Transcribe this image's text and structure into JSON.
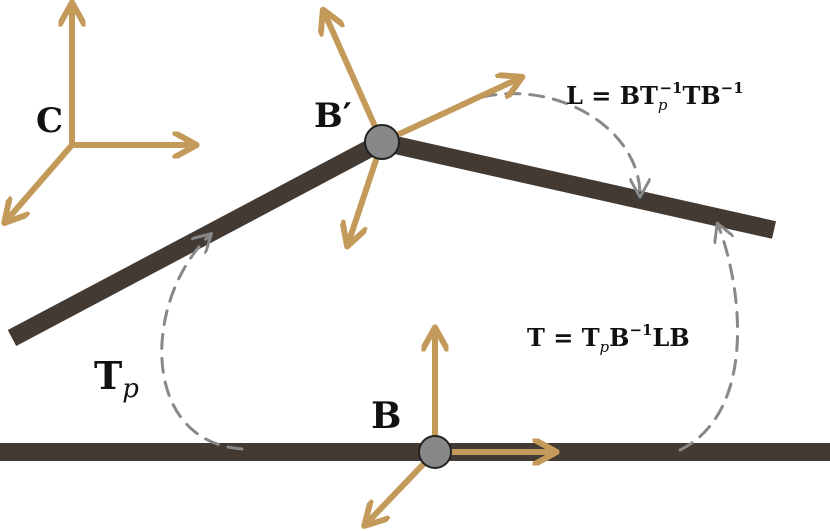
{
  "colors": {
    "background": "#ffffff",
    "link": "#433a33",
    "frame_axes": "#c39a5a",
    "joint": "#888888",
    "joint_outline": "#222222",
    "dashed_arrow": "#888888",
    "label": "#111111"
  },
  "labels": {
    "frame_c": "C",
    "frame_b_prime": "B′",
    "frame_b": "B",
    "tp": {
      "main": "T",
      "sub": "p"
    },
    "eq_l": {
      "lhs": "L",
      "eq": " = ",
      "b": "BT",
      "sub_p": "p",
      "sup_m1": "−1",
      "tb": "TB",
      "sup_m1_end": "−1"
    },
    "eq_t": {
      "lhs": "T",
      "eq": " = ",
      "t": "T",
      "sub_p": "p",
      "b": "B",
      "sup_m1": "−1",
      "lb": "LB"
    }
  }
}
